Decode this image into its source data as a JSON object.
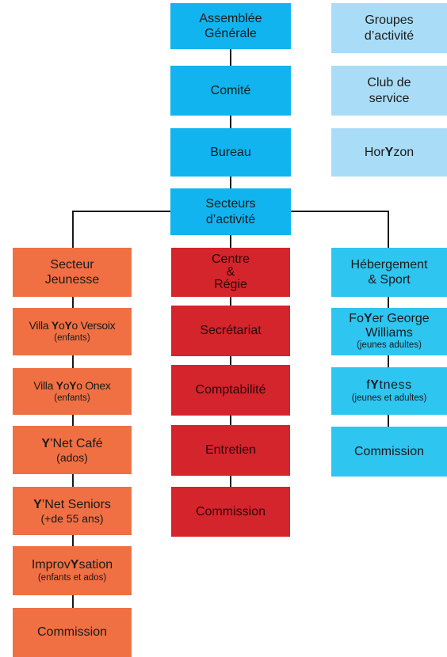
{
  "colors": {
    "governance": "#11b4ee",
    "side": "#a9ddf7",
    "jeunesse": "#f07044",
    "centre": "#d4242c",
    "hebergement": "#2ec5f1",
    "connector": "#1a1a1a"
  },
  "governance": {
    "assemblee": [
      "Assemblée",
      "Générale"
    ],
    "comite": "Comité",
    "bureau": "Bureau",
    "secteurs": [
      "Secteurs",
      "d’activité"
    ]
  },
  "side": {
    "groupes": [
      "Groupes",
      "d’activité"
    ],
    "club": [
      "Club de",
      "service"
    ],
    "horyzon": {
      "a": "Hor",
      "y": "Y",
      "b": "zon"
    }
  },
  "jeunesse": {
    "header": [
      "Secteur",
      "Jeunesse"
    ],
    "villa_versoix": {
      "a": "Villa ",
      "y1": "Y",
      "m": "o",
      "y2": "Y",
      "b": "o Versoix",
      "sub": "(enfants)"
    },
    "villa_onex": {
      "a": "Villa ",
      "y1": "Y",
      "m": "o",
      "y2": "Y",
      "b": "o Onex",
      "sub": "(enfants)"
    },
    "ynet_cafe": {
      "y": "Y",
      "b": "’Net Café",
      "sub": "(ados)"
    },
    "ynet_seniors": {
      "y": "Y",
      "b": "’Net Seniors",
      "sub": "(+de 55 ans)"
    },
    "improvysation": {
      "a": "Improv",
      "y": "Y",
      "b": "sation",
      "sub": "(enfants et ados)"
    },
    "commission": "Commission"
  },
  "centre": {
    "header": [
      "Centre",
      "&",
      "Régie"
    ],
    "secretariat": "Secrétariat",
    "comptabilite": "Comptabilité",
    "entretien": "Entretien",
    "commission": "Commission"
  },
  "hebergement": {
    "header": [
      "Hébergement",
      "& Sport"
    ],
    "foyer": {
      "a": "Fo",
      "y": "Y",
      "b": "er George",
      "line2": "Williams",
      "sub": "(jeunes  adultes)"
    },
    "fytness": {
      "a": "f",
      "y": "Y",
      "b": "tness",
      "sub": "(jeunes et adultes)"
    },
    "commission": "Commission"
  }
}
